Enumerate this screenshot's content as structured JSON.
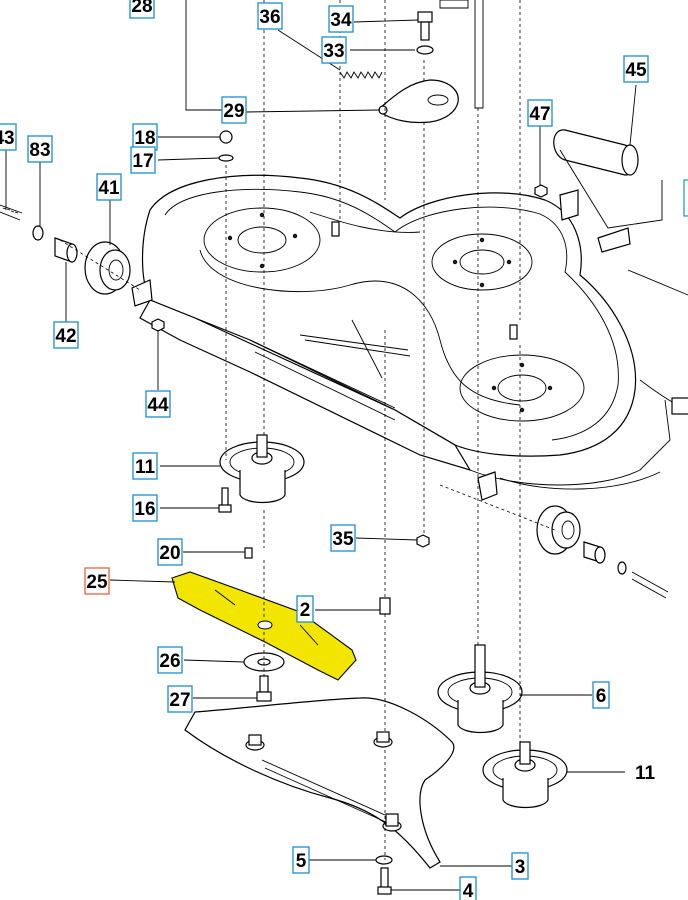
{
  "colors": {
    "callout_border": "#1a8fd0",
    "highlight_border": "#e8603c",
    "blade_fill": "#f2e600"
  },
  "callouts": [
    {
      "id": "c-28",
      "label": "28",
      "boxed": true,
      "highlight": false
    },
    {
      "id": "c-36",
      "label": "36",
      "boxed": true,
      "highlight": false
    },
    {
      "id": "c-34",
      "label": "34",
      "boxed": true,
      "highlight": false
    },
    {
      "id": "c-33",
      "label": "33",
      "boxed": true,
      "highlight": false
    },
    {
      "id": "c-45",
      "label": "45",
      "boxed": true,
      "highlight": false
    },
    {
      "id": "c-29",
      "label": "29",
      "boxed": true,
      "highlight": false
    },
    {
      "id": "c-47",
      "label": "47",
      "boxed": true,
      "highlight": false
    },
    {
      "id": "c-43",
      "label": "43",
      "boxed": true,
      "highlight": false
    },
    {
      "id": "c-83",
      "label": "83",
      "boxed": true,
      "highlight": false
    },
    {
      "id": "c-18",
      "label": "18",
      "boxed": true,
      "highlight": false
    },
    {
      "id": "c-17",
      "label": "17",
      "boxed": true,
      "highlight": false
    },
    {
      "id": "c-41",
      "label": "41",
      "boxed": true,
      "highlight": false
    },
    {
      "id": "c-42",
      "label": "42",
      "boxed": true,
      "highlight": false
    },
    {
      "id": "c-44",
      "label": "44",
      "boxed": true,
      "highlight": false
    },
    {
      "id": "c-11a",
      "label": "11",
      "boxed": true,
      "highlight": false
    },
    {
      "id": "c-16",
      "label": "16",
      "boxed": true,
      "highlight": false
    },
    {
      "id": "c-35",
      "label": "35",
      "boxed": true,
      "highlight": false
    },
    {
      "id": "c-20",
      "label": "20",
      "boxed": true,
      "highlight": false
    },
    {
      "id": "c-25",
      "label": "25",
      "boxed": true,
      "highlight": true
    },
    {
      "id": "c-2",
      "label": "2",
      "boxed": true,
      "highlight": false
    },
    {
      "id": "c-26",
      "label": "26",
      "boxed": true,
      "highlight": false
    },
    {
      "id": "c-6",
      "label": "6",
      "boxed": true,
      "highlight": false
    },
    {
      "id": "c-27",
      "label": "27",
      "boxed": true,
      "highlight": false
    },
    {
      "id": "c-11b",
      "label": "11",
      "boxed": false,
      "highlight": false
    },
    {
      "id": "c-5",
      "label": "5",
      "boxed": true,
      "highlight": false
    },
    {
      "id": "c-3",
      "label": "3",
      "boxed": true,
      "highlight": false
    },
    {
      "id": "c-4",
      "label": "4",
      "boxed": true,
      "highlight": false
    }
  ]
}
